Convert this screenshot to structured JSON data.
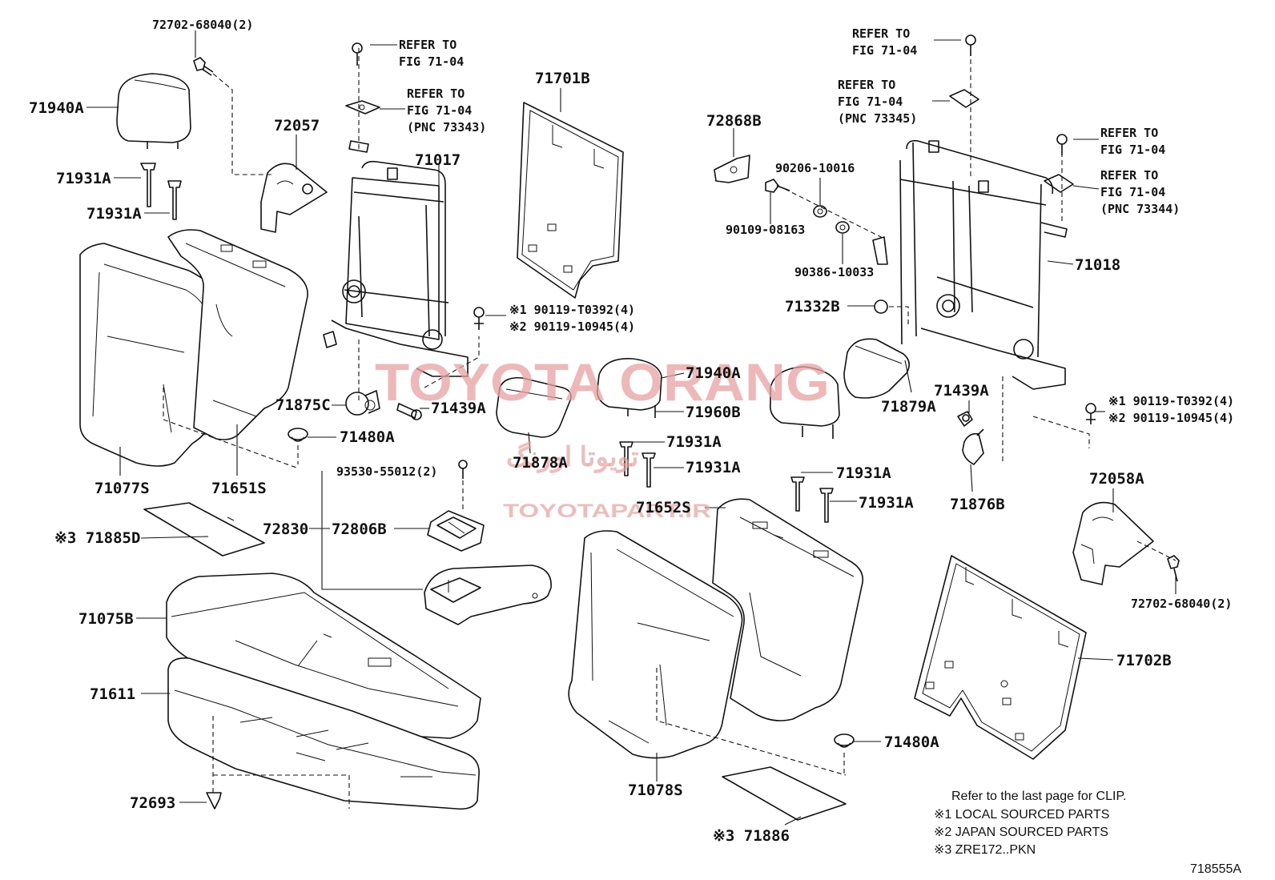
{
  "labels": {
    "p72702_68040_top": "72702-68040(2)",
    "p71940A_left": "71940A",
    "p71931A_1": "71931A",
    "p71931A_2": "71931A",
    "p72057": "72057",
    "p71017": "71017",
    "p71701B": "71701B",
    "p72868B": "72868B",
    "p90206_10016": "90206-10016",
    "p90109_08163": "90109-08163",
    "p90386_10033": "90386-10033",
    "p71018": "71018",
    "p71332B": "71332B",
    "p71077S": "71077S",
    "p71651S": "71651S",
    "p71875C": "71875C",
    "p71439A_left": "71439A",
    "p71480A_left": "71480A",
    "p90119_T0392_left": "※1 90119-T0392(4)",
    "p90119_10945_left": "※2 90119-10945(4)",
    "p71940A_mid": "71940A",
    "p71960B": "71960B",
    "p71931A_3": "71931A",
    "p71931A_4": "71931A",
    "p71878A": "71878A",
    "p71879A": "71879A",
    "p71439A_right": "71439A",
    "p90119_T0392_right": "※1 90119-T0392(4)",
    "p90119_10945_right": "※2 90119-10945(4)",
    "p71931A_5": "71931A",
    "p71931A_6": "71931A",
    "p71876B": "71876B",
    "p72058A": "72058A",
    "p93530_55012": "93530-55012(2)",
    "p71652S": "71652S",
    "p71885D": "※3 71885D",
    "p72830": "72830",
    "p72806B": "72806B",
    "p71075B": "71075B",
    "p71611": "71611",
    "p72693": "72693",
    "p71078S": "71078S",
    "p71480A_right": "71480A",
    "p71886": "※3 71886",
    "p72702_68040_right": "72702-68040(2)",
    "p71702B": "71702B"
  },
  "refer_notes": {
    "refer_to": "REFER TO",
    "fig": "FIG 71-04",
    "pnc_73343": "(PNC 73343)",
    "pnc_73345": "(PNC 73345)",
    "pnc_73344": "(PNC 73344)"
  },
  "watermark": {
    "brand": "TOYOTA ORANG",
    "persian": "تویوتا اورنگ",
    "site": "TOYOTAPART.IR"
  },
  "legend": {
    "clip_note": "Refer to the last page for CLIP.",
    "note1": "※1 LOCAL SOURCED PARTS",
    "note2": "※2 JAPAN SOURCED PARTS",
    "note3": "※3 ZRE172..PKN"
  },
  "figure_id": "718555A",
  "colors": {
    "ink": "#111111",
    "watermark": "#e8a0a0"
  }
}
